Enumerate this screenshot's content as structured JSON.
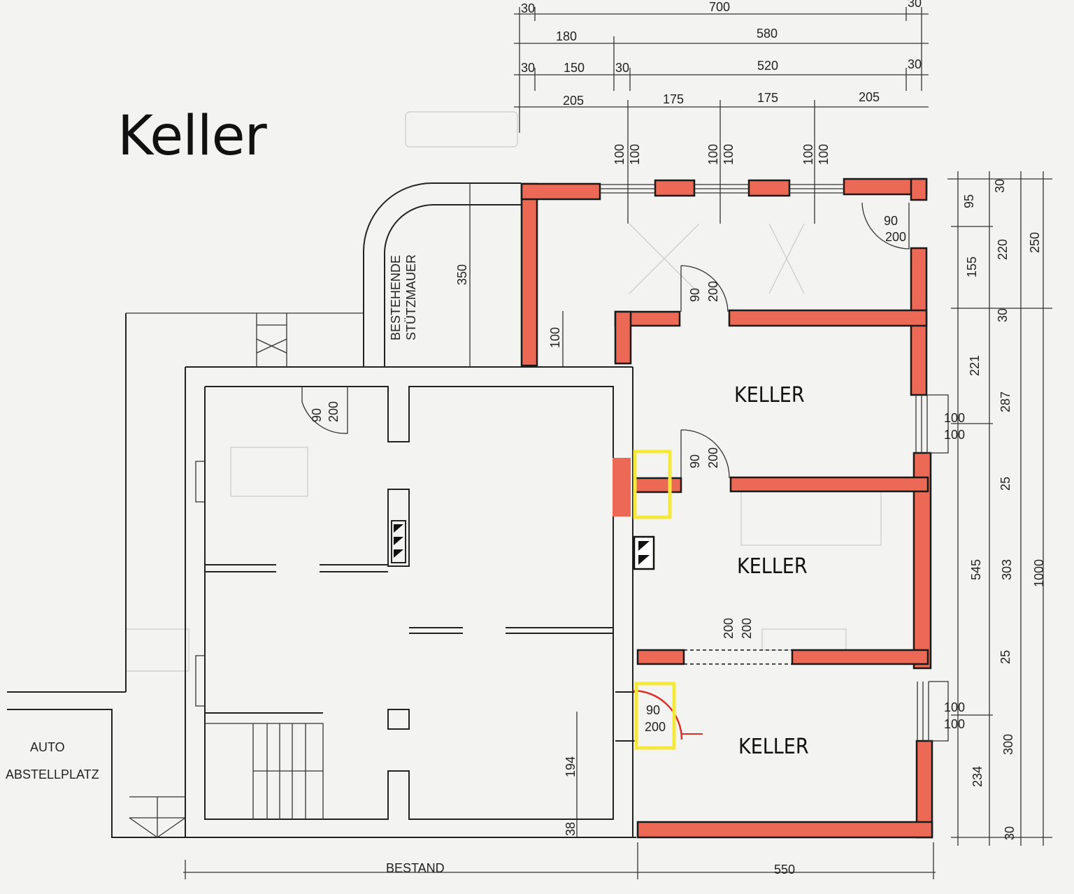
{
  "title": "Keller",
  "rooms": [
    "KELLER",
    "KELLER",
    "KELLER"
  ],
  "labels": {
    "stuetzmauer_1": "BESTEHENDE",
    "stuetzmauer_2": "STÜTZMAUER",
    "auto_1": "AUTO",
    "auto_2": "ABSTELLPLATZ",
    "bestand": "BESTAND"
  },
  "dimensions": {
    "top_row1": [
      "30",
      "700",
      "30"
    ],
    "top_row2": [
      "180",
      "580"
    ],
    "top_row3": [
      "30",
      "150",
      "30",
      "520",
      "30"
    ],
    "top_row4": [
      "205",
      "175",
      "175",
      "205"
    ],
    "windows_top": [
      "100",
      "100",
      "100",
      "100",
      "100",
      "100"
    ],
    "door_top_right": [
      "90",
      "200"
    ],
    "door_upper": [
      "90",
      "200"
    ],
    "door_middle": [
      "90",
      "200"
    ],
    "door_left": [
      "90",
      "200"
    ],
    "door_lower": [
      "90",
      "200"
    ],
    "opening_mid": [
      "200",
      "200"
    ],
    "window_right_upper": [
      "100",
      "100"
    ],
    "window_right_lower": [
      "100",
      "100"
    ],
    "v_350": "350",
    "v_100": "100",
    "v_194": "194",
    "v_38": "38",
    "right_col1": [
      "95",
      "155",
      "221",
      "545",
      "234"
    ],
    "right_col2": [
      "30",
      "220",
      "30",
      "287",
      "25",
      "303",
      "25",
      "300",
      "30"
    ],
    "right_col3": [
      "250",
      "1000"
    ],
    "bottom_550": "550"
  }
}
